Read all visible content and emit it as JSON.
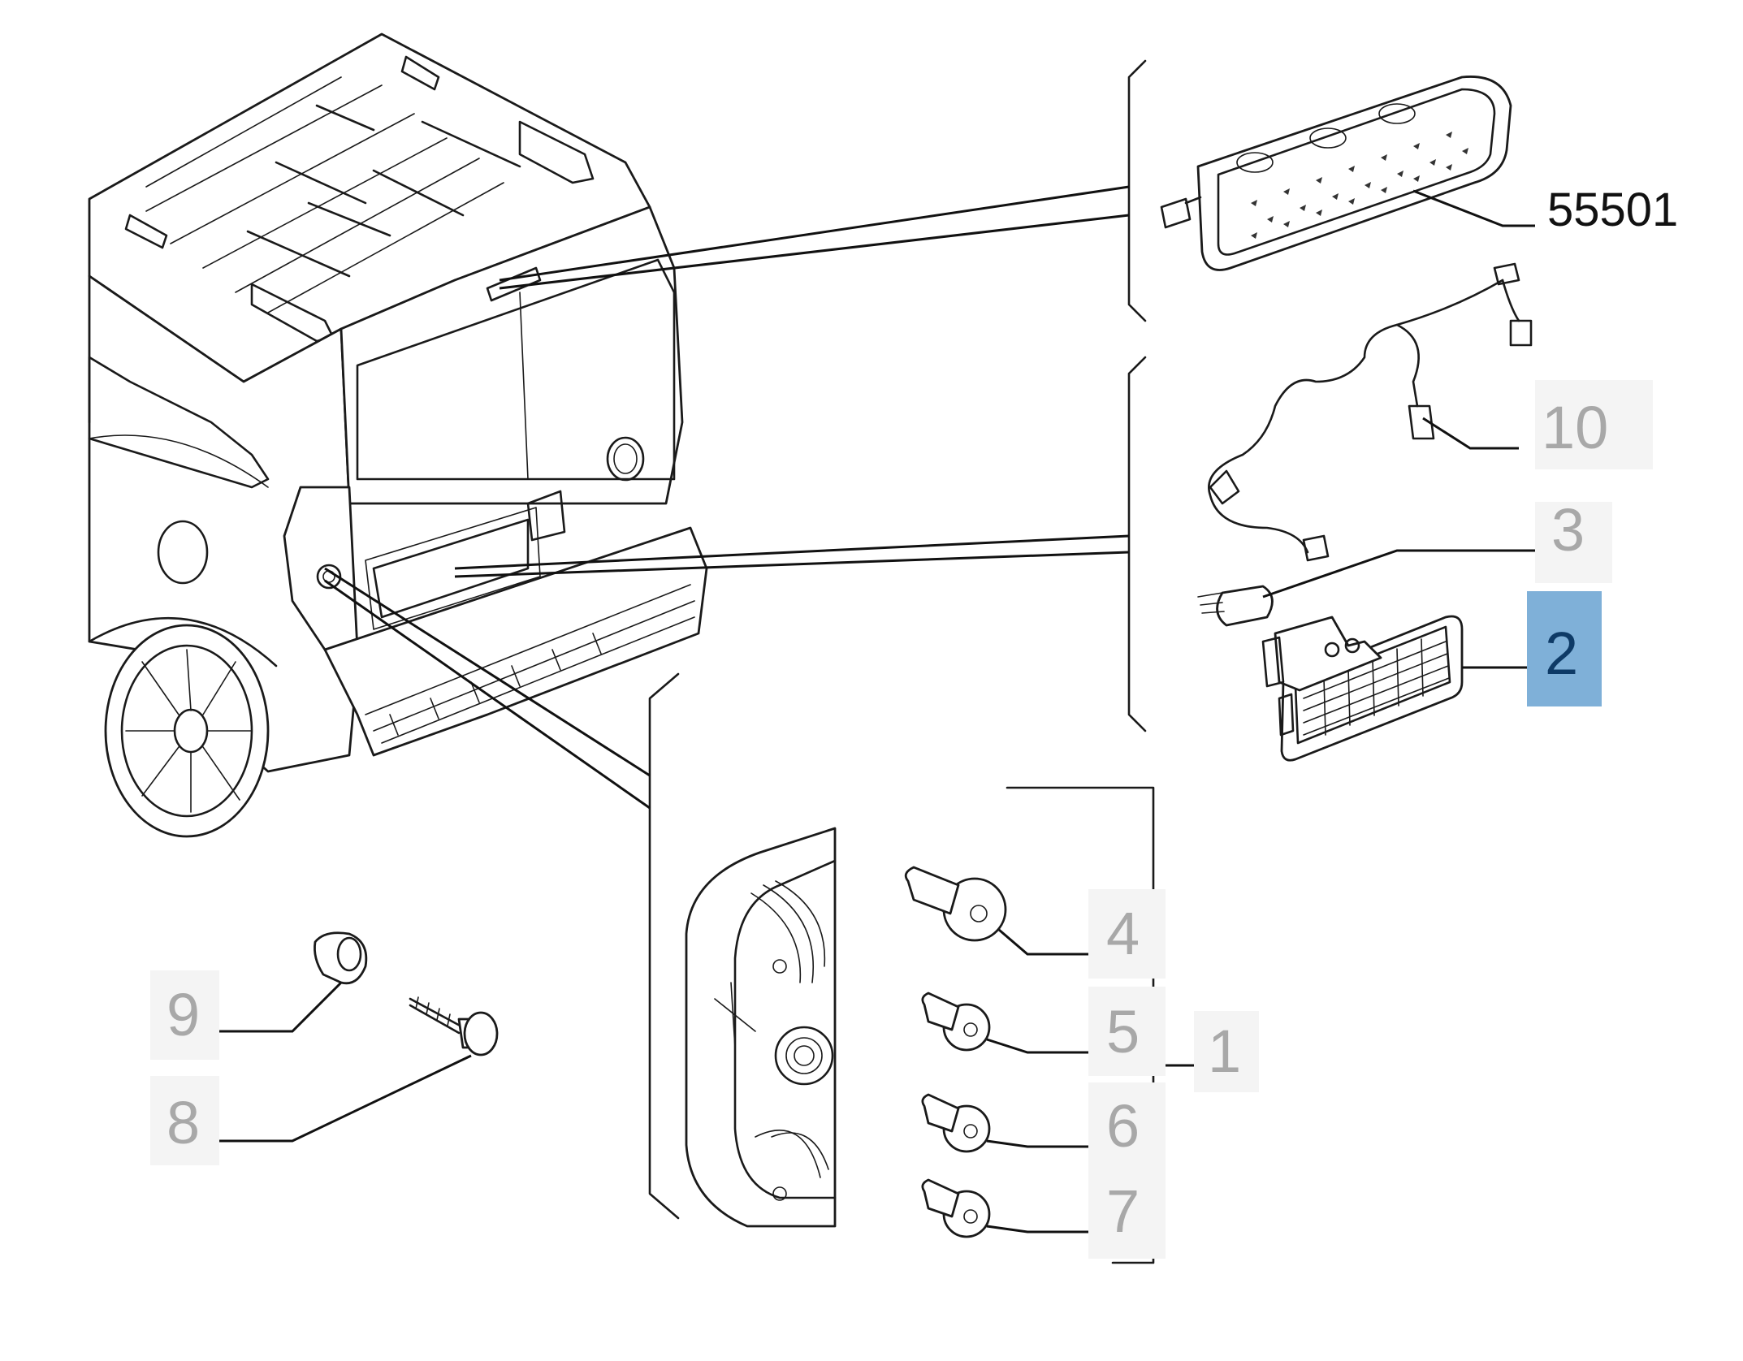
{
  "callouts": [
    {
      "id": "55501",
      "text": "55501",
      "style": "dark"
    },
    {
      "id": "10",
      "text": "10",
      "style": "muted"
    },
    {
      "id": "3",
      "text": "3",
      "style": "muted"
    },
    {
      "id": "2",
      "text": "2",
      "style": "active"
    },
    {
      "id": "4",
      "text": "4",
      "style": "muted"
    },
    {
      "id": "5",
      "text": "5",
      "style": "muted"
    },
    {
      "id": "1",
      "text": "1",
      "style": "muted"
    },
    {
      "id": "6",
      "text": "6",
      "style": "muted"
    },
    {
      "id": "7",
      "text": "7",
      "style": "muted"
    },
    {
      "id": "9",
      "text": "9",
      "style": "muted"
    },
    {
      "id": "8",
      "text": "8",
      "style": "muted"
    }
  ],
  "colors": {
    "highlight": "#7fb0d8",
    "highlight_text": "#0e3a66",
    "muted_text": "#a8a8a8",
    "line": "#1a1a1a"
  },
  "selected_callout": "2"
}
